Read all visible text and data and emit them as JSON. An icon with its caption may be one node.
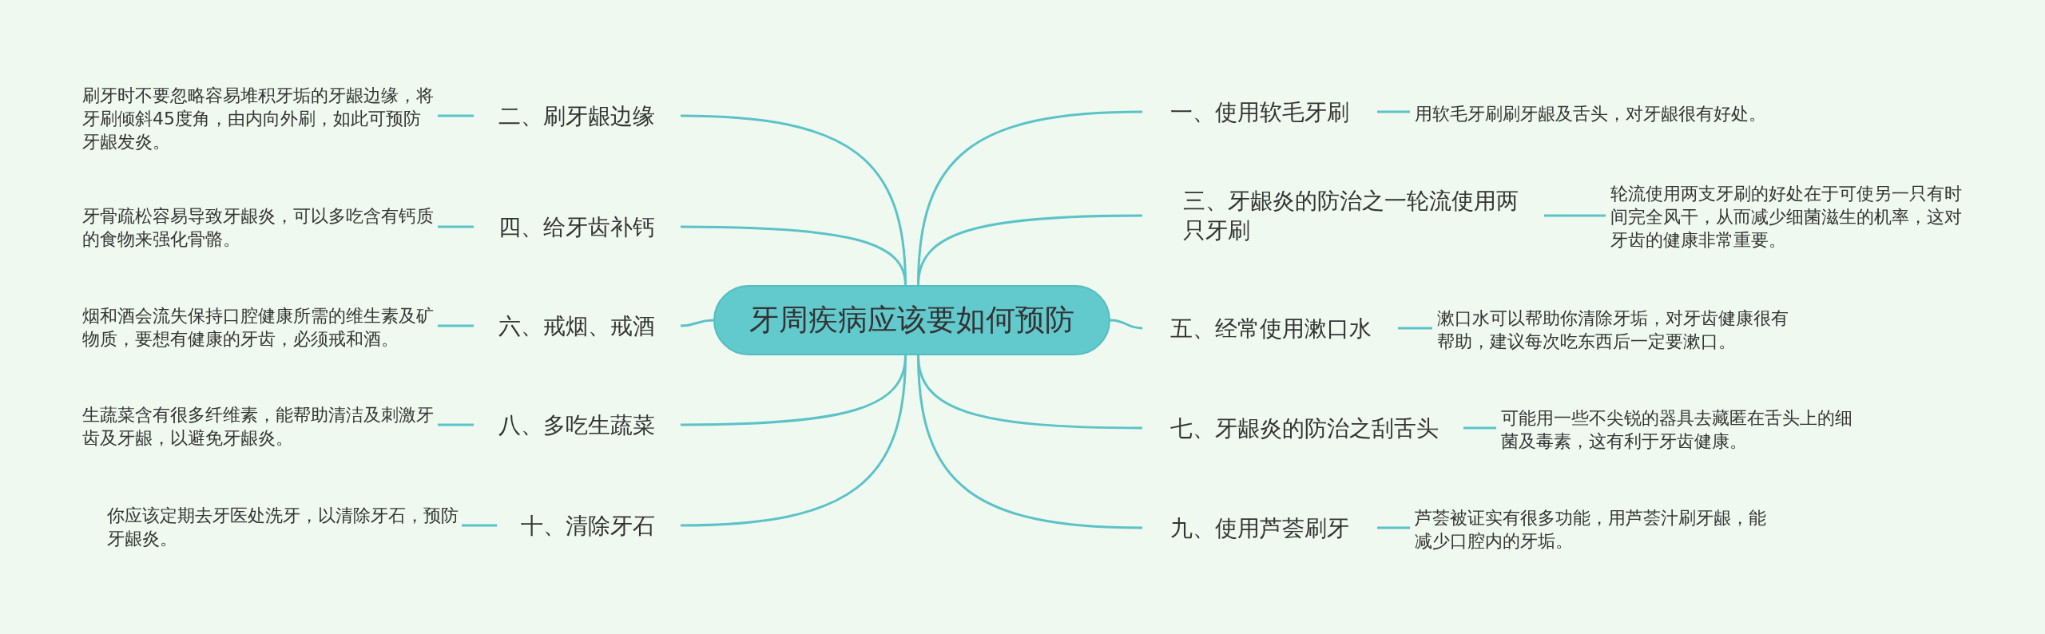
{
  "diagram": {
    "nodes": [
      {
        "text": [
          "牙周疾病应该要如何预防"
        ]
      },
      {
        "text": [
          "一、使用软毛牙刷"
        ]
      },
      {
        "text": [
          "用软毛牙刷刷牙龈及舌头，对牙龈很有好处。"
        ]
      },
      {
        "text": [
          "二、刷牙龈边缘"
        ]
      },
      {
        "text": [
          "刷牙时不要忽略容易堆积牙垢的牙龈边缘，将牙刷倾斜45度角，由内向外刷，如此可预防牙龈发炎。"
        ]
      },
      {
        "text": [
          "三、牙龈炎的防治之一轮流使用两只牙刷"
        ]
      },
      {
        "text": [
          "轮流使用两支牙刷的好处在于可使另一只有时间完全风干，从而减少细菌滋生的机率，这对牙齿的健康非常重要。"
        ]
      },
      {
        "text": [
          "四、给牙齿补钙"
        ]
      },
      {
        "text": [
          "牙骨疏松容易导致牙龈炎，可以多吃含有钙质的食物来强化骨骼。"
        ]
      },
      {
        "text": [
          "五、经常使用漱口水"
        ]
      },
      {
        "text": [
          "漱口水可以帮助你清除牙垢，对牙齿健康很有帮助，建议每次吃东西后一定要漱口。"
        ]
      },
      {
        "text": [
          "六、戒烟、戒酒"
        ]
      },
      {
        "text": [
          "烟和酒会流失保持口腔健康所需的维生素及矿物质，要想有健康的牙齿，必须戒和酒。"
        ]
      },
      {
        "text": [
          "七、牙龈炎的防治之刮舌头"
        ]
      },
      {
        "text": [
          "可能用一些不尖锐的器具去藏匿在舌头上的细菌及毒素，这有利于牙齿健康。"
        ]
      },
      {
        "text": [
          "八、多吃生蔬菜"
        ]
      },
      {
        "text": [
          "生蔬菜含有很多纤维素，能帮助清洁及刺激牙齿及牙龈，以避免牙龈炎。"
        ]
      },
      {
        "text": [
          "九、使用芦荟刷牙"
        ]
      },
      {
        "text": [
          "芦荟被证实有很多功能，用芦荟汁刷牙龈，能减少口腔内的牙垢。"
        ]
      },
      {
        "text": [
          "十、清除牙石"
        ]
      },
      {
        "text": [
          "你应该定期去牙医处洗牙，以清除牙石，预防牙龈炎。"
        ]
      }
    ],
    "edges": [
      {
        "from": 0,
        "to": 1,
        "arrow": "none"
      },
      {
        "from": 1,
        "to": 2,
        "arrow": "none"
      },
      {
        "from": 0,
        "to": 3,
        "arrow": "none"
      },
      {
        "from": 3,
        "to": 4,
        "arrow": "none"
      },
      {
        "from": 0,
        "to": 5,
        "arrow": "none"
      },
      {
        "from": 5,
        "to": 6,
        "arrow": "none"
      },
      {
        "from": 0,
        "to": 7,
        "arrow": "none"
      },
      {
        "from": 7,
        "to": 8,
        "arrow": "none"
      },
      {
        "from": 0,
        "to": 9,
        "arrow": "none"
      },
      {
        "from": 9,
        "to": 10,
        "arrow": "none"
      },
      {
        "from": 0,
        "to": 11,
        "arrow": "none"
      },
      {
        "from": 11,
        "to": 12,
        "arrow": "none"
      },
      {
        "from": 0,
        "to": 13,
        "arrow": "none"
      },
      {
        "from": 13,
        "to": 14,
        "arrow": "none"
      },
      {
        "from": 0,
        "to": 15,
        "arrow": "none"
      },
      {
        "from": 15,
        "to": 16,
        "arrow": "none"
      },
      {
        "from": 0,
        "to": 17,
        "arrow": "none"
      },
      {
        "from": 17,
        "to": 18,
        "arrow": "none"
      },
      {
        "from": 0,
        "to": 19,
        "arrow": "none"
      },
      {
        "from": 19,
        "to": 20,
        "arrow": "none"
      }
    ]
  }
}
